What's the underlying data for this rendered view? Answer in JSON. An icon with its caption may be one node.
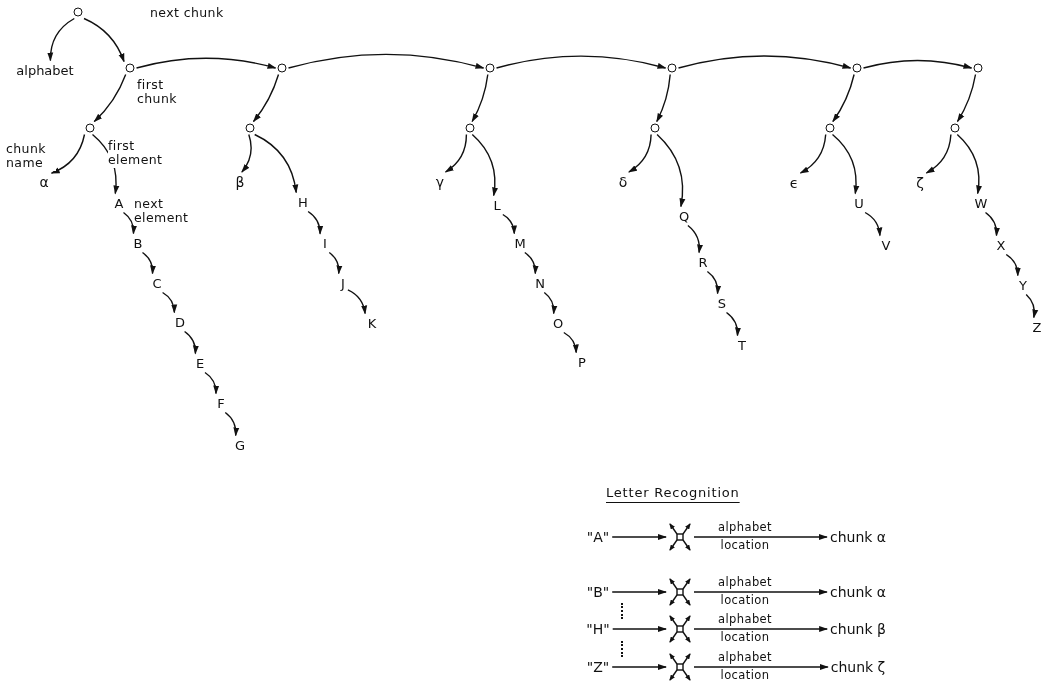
{
  "diagram": {
    "nodes": [
      {
        "text": [],
        "shape": "circle"
      },
      {
        "text": [
          "alphabet"
        ]
      },
      {
        "text": [],
        "shape": "circle"
      },
      {
        "text": [],
        "shape": "circle"
      },
      {
        "text": [
          "α"
        ]
      },
      {
        "text": [
          "A"
        ]
      },
      {
        "text": [
          "B"
        ]
      },
      {
        "text": [
          "C"
        ]
      },
      {
        "text": [
          "D"
        ]
      },
      {
        "text": [
          "E"
        ]
      },
      {
        "text": [
          "F"
        ]
      },
      {
        "text": [
          "G"
        ]
      },
      {
        "text": [],
        "shape": "circle"
      },
      {
        "text": [],
        "shape": "circle"
      },
      {
        "text": [
          "β"
        ]
      },
      {
        "text": [
          "H"
        ]
      },
      {
        "text": [
          "I"
        ]
      },
      {
        "text": [
          "J"
        ]
      },
      {
        "text": [
          "K"
        ]
      },
      {
        "text": [],
        "shape": "circle"
      },
      {
        "text": [],
        "shape": "circle"
      },
      {
        "text": [
          "γ"
        ]
      },
      {
        "text": [
          "L"
        ]
      },
      {
        "text": [
          "M"
        ]
      },
      {
        "text": [
          "N"
        ]
      },
      {
        "text": [
          "O"
        ]
      },
      {
        "text": [
          "P"
        ]
      },
      {
        "text": [],
        "shape": "circle"
      },
      {
        "text": [],
        "shape": "circle"
      },
      {
        "text": [
          "δ"
        ]
      },
      {
        "text": [
          "Q"
        ]
      },
      {
        "text": [
          "R"
        ]
      },
      {
        "text": [
          "S"
        ]
      },
      {
        "text": [
          "T"
        ]
      },
      {
        "text": [],
        "shape": "circle"
      },
      {
        "text": [],
        "shape": "circle"
      },
      {
        "text": [
          "ϵ"
        ]
      },
      {
        "text": [
          "U"
        ]
      },
      {
        "text": [
          "V"
        ]
      },
      {
        "text": [],
        "shape": "circle"
      },
      {
        "text": [],
        "shape": "circle"
      },
      {
        "text": [
          "ζ"
        ]
      },
      {
        "text": [
          "W"
        ]
      },
      {
        "text": [
          "X"
        ]
      },
      {
        "text": [
          "Y"
        ]
      },
      {
        "text": [
          "Z"
        ]
      },
      {
        "text": [
          "\"A\""
        ]
      },
      {
        "text": [],
        "shape": "cross"
      },
      {
        "text": [
          "chunk α"
        ]
      },
      {
        "text": [
          "\"B\""
        ]
      },
      {
        "text": [],
        "shape": "cross"
      },
      {
        "text": [
          "chunk α"
        ]
      },
      {
        "text": [
          "\"H\""
        ]
      },
      {
        "text": [],
        "shape": "cross"
      },
      {
        "text": [
          "chunk β"
        ]
      },
      {
        "text": [
          "\"Z\""
        ]
      },
      {
        "text": [],
        "shape": "cross"
      },
      {
        "text": [
          "chunk ζ"
        ]
      }
    ],
    "edges": [
      {
        "from": 0,
        "to": 1,
        "arrow": "to"
      },
      {
        "from": 0,
        "to": 2,
        "arrow": "to"
      },
      {
        "from": 2,
        "to": 3,
        "arrow": "to",
        "label": "first chunk"
      },
      {
        "from": 3,
        "to": 4,
        "arrow": "to",
        "label": "chunk name"
      },
      {
        "from": 3,
        "to": 5,
        "arrow": "to",
        "label": "first element"
      },
      {
        "from": 5,
        "to": 6,
        "arrow": "to",
        "label": "next element"
      },
      {
        "from": 6,
        "to": 7,
        "arrow": "to"
      },
      {
        "from": 7,
        "to": 8,
        "arrow": "to"
      },
      {
        "from": 8,
        "to": 9,
        "arrow": "to"
      },
      {
        "from": 9,
        "to": 10,
        "arrow": "to"
      },
      {
        "from": 10,
        "to": 11,
        "arrow": "to"
      },
      {
        "from": 2,
        "to": 12,
        "arrow": "to",
        "label": "next chunk"
      },
      {
        "from": 12,
        "to": 13,
        "arrow": "to"
      },
      {
        "from": 13,
        "to": 14,
        "arrow": "to"
      },
      {
        "from": 13,
        "to": 15,
        "arrow": "to"
      },
      {
        "from": 15,
        "to": 16,
        "arrow": "to"
      },
      {
        "from": 16,
        "to": 17,
        "arrow": "to"
      },
      {
        "from": 17,
        "to": 18,
        "arrow": "to"
      },
      {
        "from": 12,
        "to": 19,
        "arrow": "to"
      },
      {
        "from": 19,
        "to": 20,
        "arrow": "to"
      },
      {
        "from": 20,
        "to": 21,
        "arrow": "to"
      },
      {
        "from": 20,
        "to": 22,
        "arrow": "to"
      },
      {
        "from": 22,
        "to": 23,
        "arrow": "to"
      },
      {
        "from": 23,
        "to": 24,
        "arrow": "to"
      },
      {
        "from": 24,
        "to": 25,
        "arrow": "to"
      },
      {
        "from": 25,
        "to": 26,
        "arrow": "to"
      },
      {
        "from": 19,
        "to": 27,
        "arrow": "to"
      },
      {
        "from": 27,
        "to": 28,
        "arrow": "to"
      },
      {
        "from": 28,
        "to": 29,
        "arrow": "to"
      },
      {
        "from": 28,
        "to": 30,
        "arrow": "to"
      },
      {
        "from": 30,
        "to": 31,
        "arrow": "to"
      },
      {
        "from": 31,
        "to": 32,
        "arrow": "to"
      },
      {
        "from": 32,
        "to": 33,
        "arrow": "to"
      },
      {
        "from": 27,
        "to": 34,
        "arrow": "to"
      },
      {
        "from": 34,
        "to": 35,
        "arrow": "to"
      },
      {
        "from": 35,
        "to": 36,
        "arrow": "to"
      },
      {
        "from": 35,
        "to": 37,
        "arrow": "to"
      },
      {
        "from": 37,
        "to": 38,
        "arrow": "to"
      },
      {
        "from": 34,
        "to": 39,
        "arrow": "to"
      },
      {
        "from": 39,
        "to": 40,
        "arrow": "to"
      },
      {
        "from": 40,
        "to": 41,
        "arrow": "to"
      },
      {
        "from": 40,
        "to": 42,
        "arrow": "to"
      },
      {
        "from": 42,
        "to": 43,
        "arrow": "to"
      },
      {
        "from": 43,
        "to": 44,
        "arrow": "to"
      },
      {
        "from": 44,
        "to": 45,
        "arrow": "to"
      },
      {
        "from": 46,
        "to": 47,
        "arrow": "to"
      },
      {
        "from": 47,
        "to": 48,
        "arrow": "to",
        "label": "alphabet"
      },
      {
        "from": 49,
        "to": 50,
        "arrow": "to"
      },
      {
        "from": 50,
        "to": 51,
        "arrow": "to",
        "label": "alphabet"
      },
      {
        "from": 52,
        "to": 53,
        "arrow": "to"
      },
      {
        "from": 53,
        "to": 54,
        "arrow": "to",
        "label": "alphabet"
      },
      {
        "from": 55,
        "to": 56,
        "arrow": "to"
      },
      {
        "from": 56,
        "to": 57,
        "arrow": "to",
        "label": "alphabet"
      }
    ],
    "labels": [
      "Letter Recognition",
      "location",
      "location",
      "location",
      "location"
    ]
  }
}
